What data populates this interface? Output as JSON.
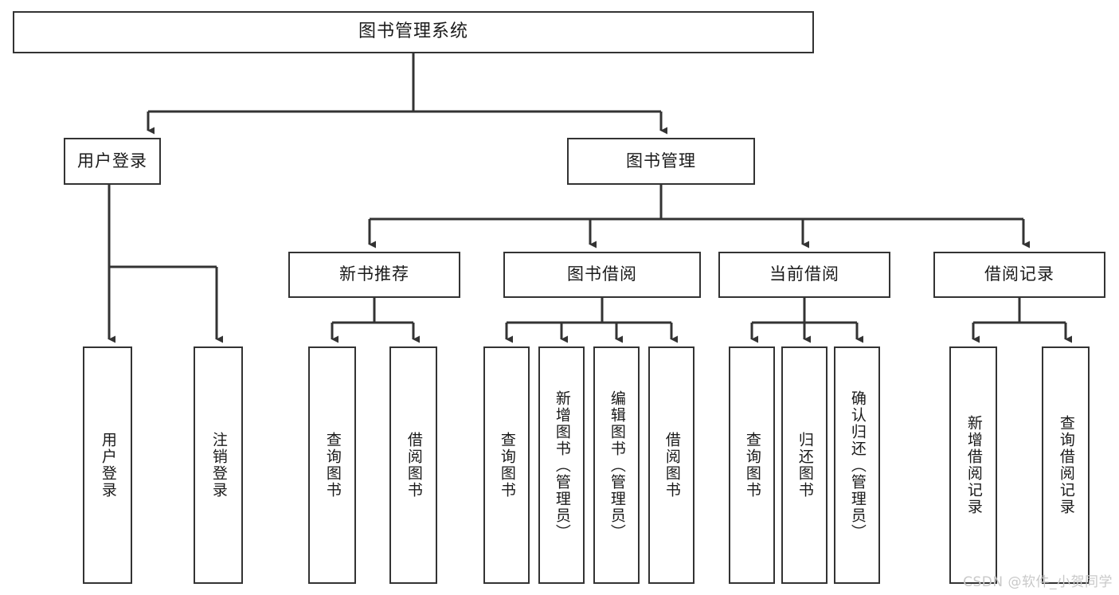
{
  "diagram": {
    "type": "hierarchy-tree",
    "title": "图书管理系统",
    "background_color": "#ffffff",
    "box_border_color": "#333333",
    "connector_color": "#333333",
    "root": {
      "label": "图书管理系统"
    },
    "level1": [
      {
        "label": "用户登录"
      },
      {
        "label": "图书管理"
      }
    ],
    "level2": [
      {
        "label": "新书推荐"
      },
      {
        "label": "图书借阅"
      },
      {
        "label": "当前借阅"
      },
      {
        "label": "借阅记录"
      }
    ],
    "leaves": {
      "user_login": [
        {
          "label": "用户登录"
        },
        {
          "label": "注销登录"
        }
      ],
      "new_book_recommend": [
        {
          "label": "查询图书"
        },
        {
          "label": "借阅图书"
        }
      ],
      "book_borrow": [
        {
          "label": "查询图书"
        },
        {
          "label": "新增图书（管理员）"
        },
        {
          "label": "编辑图书（管理员）"
        },
        {
          "label": "借阅图书"
        }
      ],
      "current_borrow": [
        {
          "label": "查询图书"
        },
        {
          "label": "归还图书"
        },
        {
          "label": "确认归还（管理员）"
        }
      ],
      "borrow_record": [
        {
          "label": "新增借阅记录"
        },
        {
          "label": "查询借阅记录"
        }
      ]
    }
  },
  "watermark": {
    "text": "CSDN @软件_小贺同学",
    "color": "#c9c9c9"
  }
}
